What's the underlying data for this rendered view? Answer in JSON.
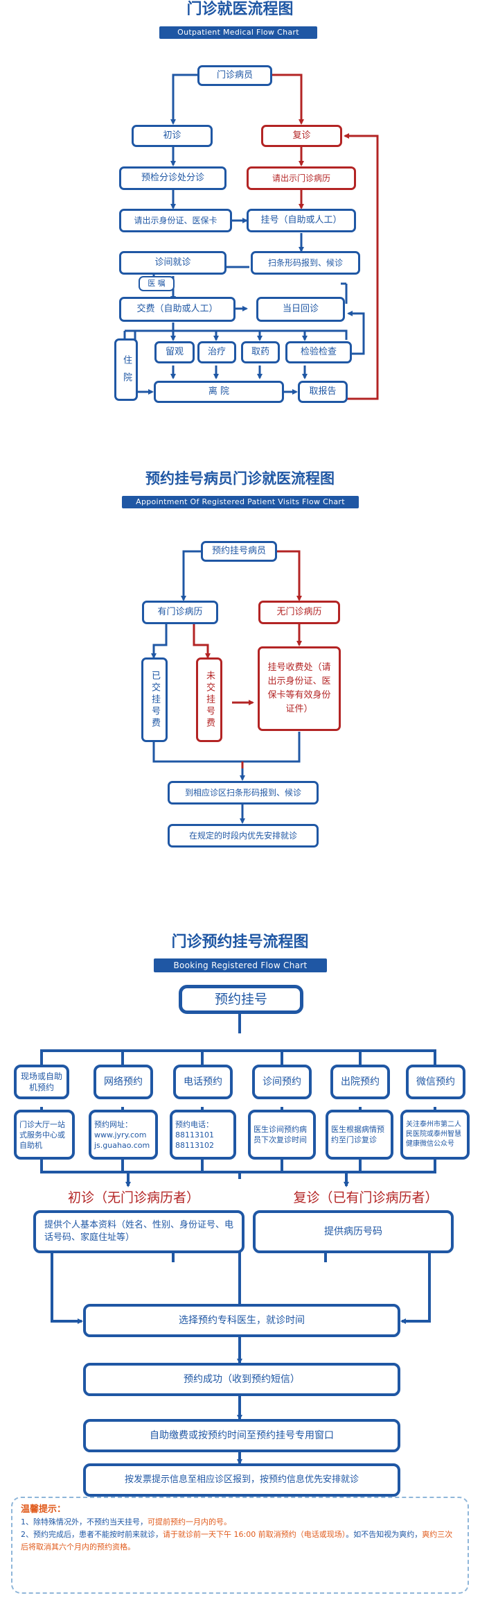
{
  "chart1": {
    "title": "门诊就医流程图",
    "subtitle": "Outpatient Medical Flow Chart",
    "nodes": {
      "start": "门诊病员",
      "first_visit": "初诊",
      "return_visit": "复诊",
      "triage": "预检分诊处分诊",
      "show_record": "请出示门诊病历",
      "show_id": "请出示身份证、医保卡",
      "register": "挂号（自助或人工）",
      "consult": "诊间就诊",
      "scan_report": "扫条形码报到、候诊",
      "prescription": "医 嘱",
      "pay": "交费（自助或人工）",
      "same_day_return": "当日回诊",
      "hospitalize": "住 院",
      "observe": "留观",
      "treat": "治疗",
      "medicine": "取药",
      "exam": "检验检查",
      "leave": "离 院",
      "get_report": "取报告"
    }
  },
  "chart2": {
    "title": "预约挂号病员门诊就医流程图",
    "subtitle": "Appointment Of Registered Patient Visits Flow Chart",
    "nodes": {
      "start": "预约挂号病员",
      "has_record": "有门诊病历",
      "no_record": "无门诊病历",
      "paid": "已交挂号费",
      "unpaid": "未交挂号费",
      "reg_office": "挂号收费处（请出示身份证、医保卡等有效身份证件）",
      "scan": "到相应诊区扫条形码报到、候诊",
      "priority": "在规定的时段内优先安排就诊"
    }
  },
  "chart3": {
    "title": "门诊预约挂号流程图",
    "subtitle": "Booking Registered Flow Chart",
    "top": "预约挂号",
    "channels": [
      {
        "name": "现场或自助机预约",
        "detail": "门诊大厅一站式服务中心或自助机"
      },
      {
        "name": "网络预约",
        "detail": "预约网址：www.jyry.com js.guahao.com"
      },
      {
        "name": "电话预约",
        "detail": "预约电话：88113101 88113102"
      },
      {
        "name": "诊间预约",
        "detail": "医生诊间预约病员下次复诊时间"
      },
      {
        "name": "出院预约",
        "detail": "医生根据病情预约至门诊复诊"
      },
      {
        "name": "微信预约",
        "detail": "关注泰州市第二人民医院或泰州智慧健康微信公众号"
      }
    ],
    "first_head": "初诊（无门诊病历者）",
    "first_detail": "提供个人基本资料（姓名、性别、身份证号、电话号码、家庭住址等）",
    "return_head": "复诊（已有门诊病历者）",
    "return_detail": "提供病历号码",
    "steps": [
      "选择预约专科医生，就诊时间",
      "预约成功（收到预约短信）",
      "自助缴费或按预约时间至预约挂号专用窗口",
      "按发票提示信息至相应诊区报到，按预约信息优先安排就诊"
    ]
  },
  "tips": {
    "title": "温馨提示：",
    "l1a": "1、除特殊情况外，不预约当天挂号，",
    "l1b": "可提前预约一月内的号。",
    "l2a": "2、预约完成后，患者不能按时前来就诊，",
    "l2b": "请于就诊前一天下午 16:00 前取消预约（电话或现场）",
    "l2c": "。如不告知视为爽约，",
    "l2d": "爽约三次后将取消其六个月内的预约资格。"
  },
  "colors": {
    "blue": "#1f57a4",
    "red": "#b32424",
    "orange": "#e05a1b"
  }
}
